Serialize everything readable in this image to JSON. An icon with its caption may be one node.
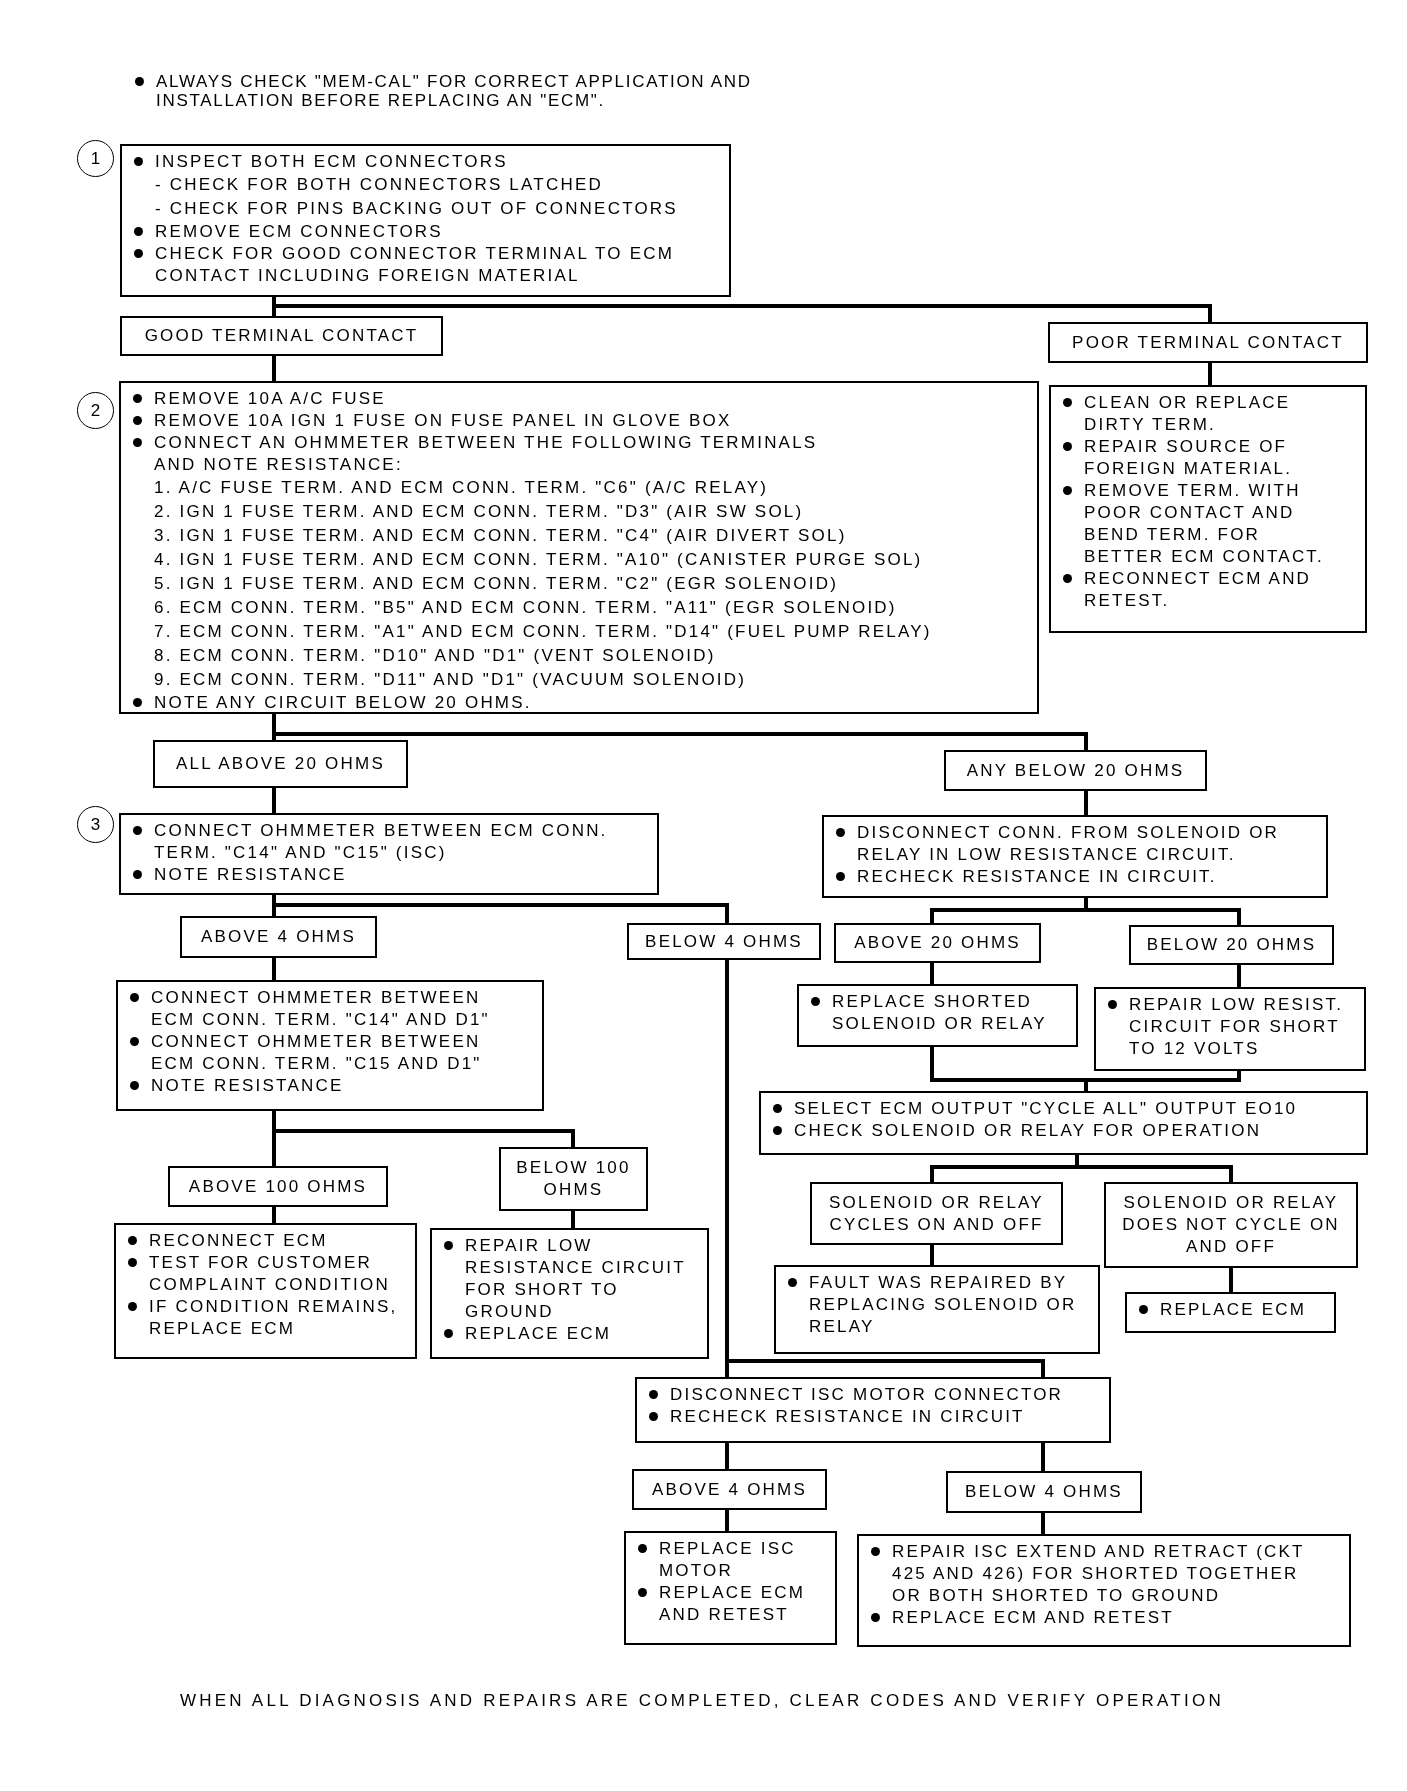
{
  "diagram": {
    "nodes": [
      {
        "text": [
          "INSPECT BOTH ECM CONNECTORS",
          "- CHECK FOR BOTH CONNECTORS LATCHED",
          "- CHECK FOR PINS BACKING OUT OF CONNECTORS",
          "REMOVE ECM CONNECTORS",
          "CHECK FOR GOOD CONNECTOR TERMINAL TO ECM CONTACT INCLUDING FOREIGN MATERIAL"
        ],
        "beside": [
          "1"
        ]
      },
      {
        "text": [
          "GOOD TERMINAL CONTACT"
        ]
      },
      {
        "text": [
          "POOR TERMINAL CONTACT"
        ]
      },
      {
        "text": [
          "REMOVE 10A A/C FUSE",
          "REMOVE 10A IGN 1 FUSE ON FUSE PANEL IN GLOVE BOX",
          "CONNECT AN OHMMETER BETWEEN THE FOLLOWING TERMINALS AND NOTE RESISTANCE:",
          "1. A/C FUSE TERM. AND ECM CONN. TERM. \"C6\" (A/C RELAY)",
          "2. IGN 1 FUSE TERM. AND ECM CONN. TERM. \"D3\" (AIR SW SOL)",
          "3. IGN 1 FUSE TERM. AND ECM CONN. TERM. \"C4\" (AIR DIVERT SOL)",
          "4. IGN 1 FUSE TERM. AND ECM CONN. TERM. \"A10\" (CANISTER PURGE SOL)",
          "5. IGN 1 FUSE TERM. AND ECM CONN. TERM. \"C2\" (EGR SOLENOID)",
          "6. ECM CONN. TERM. \"B5\" AND ECM CONN. TERM. \"A11\" (EGR SOLENOID)",
          "7. ECM CONN. TERM. \"A1\" AND ECM CONN. TERM. \"D14\" (FUEL PUMP RELAY)",
          "8. ECM CONN. TERM. \"D10\" AND \"D1\" (VENT SOLENOID)",
          "9. ECM CONN. TERM. \"D11\" AND \"D1\" (VACUUM SOLENOID)",
          "NOTE ANY CIRCUIT BELOW 20 OHMS."
        ],
        "beside": [
          "2"
        ]
      },
      {
        "text": [
          "CLEAN OR REPLACE DIRTY TERM.",
          "REPAIR SOURCE OF FOREIGN MATERIAL.",
          "REMOVE TERM. WITH POOR CONTACT AND BEND TERM. FOR BETTER ECM CONTACT.",
          "RECONNECT ECM AND RETEST."
        ]
      },
      {
        "text": [
          "ALL ABOVE 20 OHMS"
        ]
      },
      {
        "text": [
          "ANY BELOW 20 OHMS"
        ]
      },
      {
        "text": [
          "CONNECT OHMMETER BETWEEN ECM CONN. TERM. \"C14\" AND \"C15\" (ISC)",
          "NOTE RESISTANCE"
        ],
        "beside": [
          "3"
        ]
      },
      {
        "text": [
          "DISCONNECT CONN. FROM SOLENOID OR RELAY IN LOW RESISTANCE CIRCUIT.",
          "RECHECK RESISTANCE IN CIRCUIT."
        ]
      },
      {
        "text": [
          "ABOVE 4 OHMS"
        ]
      },
      {
        "text": [
          "BELOW 4 OHMS"
        ]
      },
      {
        "text": [
          "ABOVE 20 OHMS"
        ]
      },
      {
        "text": [
          "BELOW 20 OHMS"
        ]
      },
      {
        "text": [
          "CONNECT OHMMETER BETWEEN ECM CONN. TERM. \"C14\" AND D1\"",
          "CONNECT OHMMETER BETWEEN ECM CONN. TERM. \"C15 AND D1\"",
          "NOTE RESISTANCE"
        ]
      },
      {
        "text": [
          "REPLACE SHORTED SOLENOID OR RELAY"
        ]
      },
      {
        "text": [
          "REPAIR LOW RESIST. CIRCUIT FOR SHORT TO 12 VOLTS"
        ]
      },
      {
        "text": [
          "SELECT ECM OUTPUT \"CYCLE ALL\" OUTPUT EO10",
          "CHECK SOLENOID OR RELAY FOR OPERATION"
        ]
      },
      {
        "text": [
          "ABOVE 100 OHMS"
        ]
      },
      {
        "text": [
          "BELOW 100 OHMS"
        ]
      },
      {
        "text": [
          "SOLENOID OR RELAY CYCLES ON AND OFF"
        ]
      },
      {
        "text": [
          "SOLENOID OR RELAY DOES NOT CYCLE ON AND OFF"
        ]
      },
      {
        "text": [
          "RECONNECT ECM",
          "TEST FOR CUSTOMER COMPLAINT CONDITION",
          "IF CONDITION REMAINS, REPLACE ECM"
        ]
      },
      {
        "text": [
          "REPAIR LOW RESISTANCE CIRCUIT FOR SHORT TO GROUND",
          "REPLACE ECM"
        ]
      },
      {
        "text": [
          "FAULT WAS REPAIRED BY REPLACING SOLENOID OR RELAY"
        ]
      },
      {
        "text": [
          "REPLACE ECM"
        ]
      },
      {
        "text": [
          "DISCONNECT ISC MOTOR CONNECTOR",
          "RECHECK RESISTANCE IN CIRCUIT"
        ]
      },
      {
        "text": [
          "ABOVE 4 OHMS"
        ]
      },
      {
        "text": [
          "BELOW 4 OHMS"
        ]
      },
      {
        "text": [
          "REPLACE ISC MOTOR",
          "REPLACE ECM AND RETEST"
        ]
      },
      {
        "text": [
          "REPAIR ISC EXTEND AND RETRACT (CKT 425 AND 426) FOR SHORTED TOGETHER OR BOTH SHORTED TO GROUND",
          "REPLACE ECM AND RETEST"
        ]
      }
    ],
    "edges": [
      {
        "from": 0,
        "to": 1,
        "arrow": "none"
      },
      {
        "from": 0,
        "to": 2,
        "arrow": "none"
      },
      {
        "from": 1,
        "to": 3,
        "arrow": "none"
      },
      {
        "from": 2,
        "to": 4,
        "arrow": "none"
      },
      {
        "from": 3,
        "to": 5,
        "arrow": "none"
      },
      {
        "from": 3,
        "to": 6,
        "arrow": "none"
      },
      {
        "from": 5,
        "to": 7,
        "arrow": "none"
      },
      {
        "from": 6,
        "to": 8,
        "arrow": "none"
      },
      {
        "from": 7,
        "to": 9,
        "arrow": "none"
      },
      {
        "from": 7,
        "to": 10,
        "arrow": "none"
      },
      {
        "from": 8,
        "to": 11,
        "arrow": "none"
      },
      {
        "from": 8,
        "to": 12,
        "arrow": "none"
      },
      {
        "from": 9,
        "to": 13,
        "arrow": "none"
      },
      {
        "from": 11,
        "to": 14,
        "arrow": "none"
      },
      {
        "from": 12,
        "to": 15,
        "arrow": "none"
      },
      {
        "from": 14,
        "to": 16,
        "arrow": "none"
      },
      {
        "from": 15,
        "to": 16,
        "arrow": "none"
      },
      {
        "from": 13,
        "to": 17,
        "arrow": "none"
      },
      {
        "from": 13,
        "to": 18,
        "arrow": "none"
      },
      {
        "from": 16,
        "to": 19,
        "arrow": "none"
      },
      {
        "from": 16,
        "to": 20,
        "arrow": "none"
      },
      {
        "from": 17,
        "to": 21,
        "arrow": "none"
      },
      {
        "from": 18,
        "to": 22,
        "arrow": "none"
      },
      {
        "from": 19,
        "to": 23,
        "arrow": "none"
      },
      {
        "from": 20,
        "to": 24,
        "arrow": "none"
      },
      {
        "from": 10,
        "to": 25,
        "arrow": "none"
      },
      {
        "from": 25,
        "to": 26,
        "arrow": "none"
      },
      {
        "from": 25,
        "to": 27,
        "arrow": "none"
      },
      {
        "from": 26,
        "to": 28,
        "arrow": "none"
      },
      {
        "from": 27,
        "to": 29,
        "arrow": "none"
      }
    ],
    "labels": [
      "ALWAYS CHECK \"MEM-CAL\" FOR CORRECT APPLICATION AND INSTALLATION BEFORE REPLACING AN \"ECM\".",
      "WHEN ALL DIAGNOSIS AND REPAIRS ARE COMPLETED, CLEAR CODES AND VERIFY OPERATION"
    ]
  }
}
